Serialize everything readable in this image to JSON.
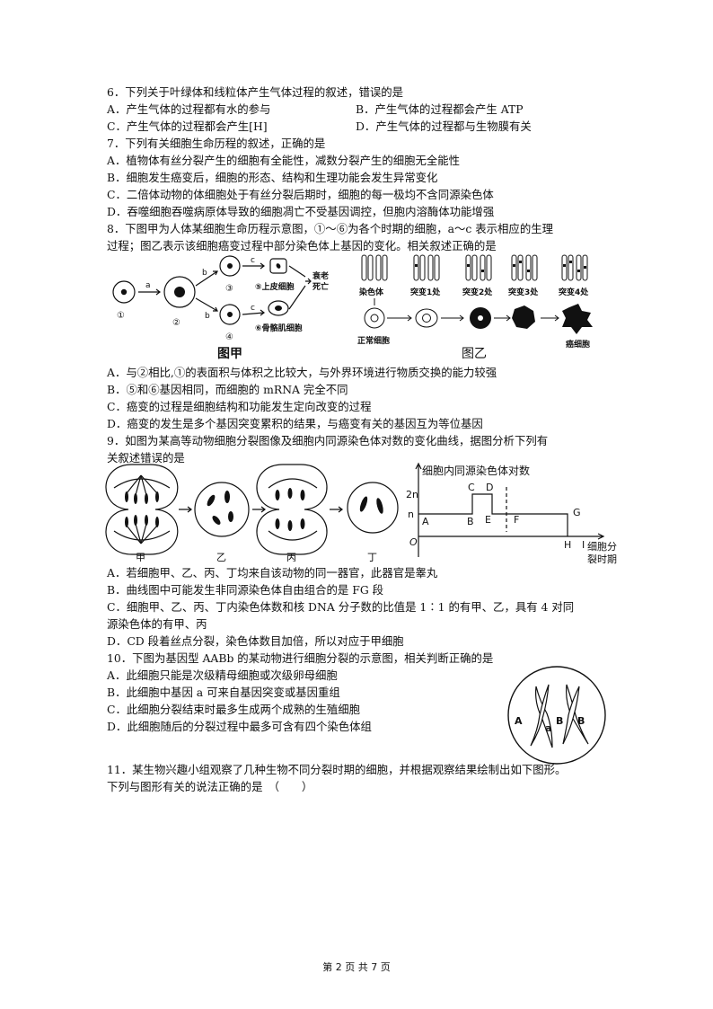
{
  "q6": {
    "stem": "6．下列关于叶绿体和线粒体产生气体过程的叙述，错误的是",
    "a": "A．产生气体的过程都有水的参与",
    "b": "B．产生气体的过程都会产生 ATP",
    "c": "C．产生气体的过程都会产生[H]",
    "d": "D．产生气体的过程都与生物膜有关"
  },
  "q7": {
    "stem": "7．下列有关细胞生命历程的叙述，正确的是",
    "a": "A．植物体有丝分裂产生的细胞有全能性，减数分裂产生的细胞无全能性",
    "b": "B．细胞发生癌变后，细胞的形态、结构和生理功能会发生异常变化",
    "c": "C．二倍体动物的体细胞处于有丝分裂后期时，细胞的每一极均不含同源染色体",
    "d": "D．吞噬细胞吞噬病原体导致的细胞凋亡不受基因调控，但胞内溶酶体功能增强"
  },
  "q8": {
    "stem1": "8．下图甲为人体某细胞生命历程示意图，①～⑥为各个时期的细胞，a～c 表示相应的生理",
    "stem2": "过程；图乙表示该细胞癌变过程中部分染色体上基因的变化。相关叙述正确的是",
    "fig_jia": {
      "caption": "图甲",
      "cell_labels": [
        "①",
        "②",
        "③",
        "④"
      ],
      "process_labels": [
        "a",
        "b",
        "b",
        "c",
        "c"
      ],
      "label5": "⑤上皮细胞",
      "label6": "⑥骨骼肌细胞",
      "label_die": "衰老",
      "label_die2": "死亡"
    },
    "fig_yi": {
      "caption": "图乙",
      "chrom_labels": [
        "染色体",
        "突变1处",
        "突变2处",
        "突变3处",
        "突变4处"
      ],
      "normal": "正常细胞",
      "cancer": "癌细胞"
    },
    "a": "A．与②相比,①的表面积与体积之比较大，与外界环境进行物质交换的能力较强",
    "b": "B．⑤和⑥基因相同，而细胞的 mRNA 完全不同",
    "c": "C．癌变的过程是细胞结构和功能发生定向改变的过程",
    "d": "D．癌变的发生是多个基因突变累积的结果，与癌变有关的基因互为等位基因"
  },
  "q9": {
    "stem1": "9．如图为某高等动物细胞分裂图像及细胞内同源染色体对数的变化曲线，据图分析下列有",
    "stem2": "关叙述错误的是",
    "fig": {
      "cells": [
        "甲",
        "乙",
        "丙",
        "丁"
      ],
      "graph_title": "细胞内同源染色体对数",
      "y_2n": "2n",
      "y_n": "n",
      "origin": "O",
      "points": [
        "A",
        "B",
        "C",
        "D",
        "E",
        "F",
        "G",
        "H",
        "I"
      ],
      "x_label1": "细胞分",
      "x_label2": "裂时期"
    },
    "a": "A．若细胞甲、乙、丙、丁均来自该动物的同一器官，此器官是睾丸",
    "b": "B．曲线图中可能发生非同源染色体自由组合的是 FG 段",
    "c1": "C．细胞甲、乙、丙、丁内染色体数和核 DNA 分子数的比值是 1∶1 的有甲、乙，具有 4 对同",
    "c2": "源染色体的有甲、丙",
    "d": "D．CD 段着丝点分裂，染色体数目加倍，所以对应于甲细胞"
  },
  "q10": {
    "stem": "10．下图为基因型 AABb 的某动物进行细胞分裂的示意图，相关判断正确的是",
    "a": "A．此细胞只能是次级精母细胞或次级卵母细胞",
    "b": "B．此细胞中基因 a 可来自基因突变或基因重组",
    "c": "C．此细胞分裂结束时最多生成两个成熟的生殖细胞",
    "d": "D．此细胞随后的分裂过程中最多可含有四个染色体组",
    "fig_labels": [
      "A",
      "a",
      "B",
      "B"
    ]
  },
  "q11": {
    "stem1": "11．某生物兴趣小组观察了几种生物不同分裂时期的细胞，并根据观察结果绘制出如下图形。",
    "stem2": "下列与图形有关的说法正确的是　（　　）"
  },
  "footer": "第 2 页 共 7 页"
}
